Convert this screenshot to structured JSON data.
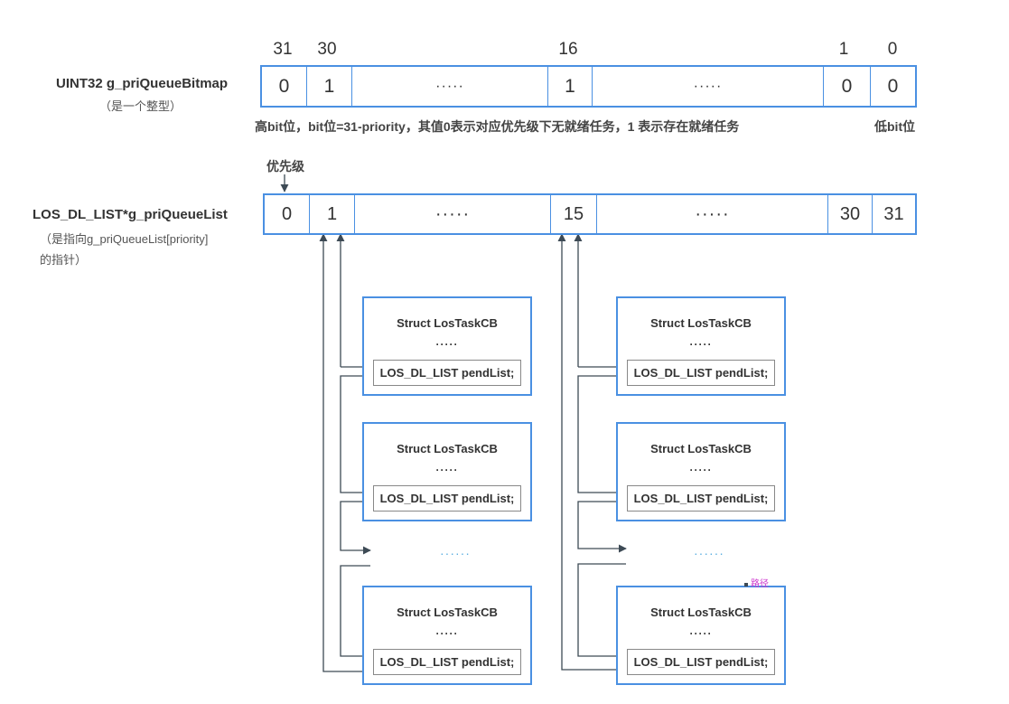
{
  "bitmap": {
    "label": "UINT32 g_priQueueBitmap",
    "sublabel": "（是一个整型）",
    "bit_numbers": [
      "31",
      "30",
      "16",
      "1",
      "0"
    ],
    "cells": [
      "0",
      "1",
      "·····",
      "1",
      "·····",
      "0",
      "0"
    ],
    "note": "高bit位，bit位=31-priority，其值0表示对应优先级下无就绪任务，1 表示存在就绪任务",
    "low_bit_note": "低bit位"
  },
  "queue_list": {
    "priority_label": "优先级",
    "label": "LOS_DL_LIST*g_priQueueList",
    "sublabel_line1": "（是指向g_priQueueList[priority]",
    "sublabel_line2": "的指针）",
    "cells": [
      "0",
      "1",
      "·····",
      "15",
      "·····",
      "30",
      "31"
    ]
  },
  "tcb": {
    "title": "Struct LosTaskCB",
    "dots": "·····",
    "pend": "LOS_DL_LIST pendList;"
  },
  "ellipsis": "······",
  "path_tag": "路径"
}
